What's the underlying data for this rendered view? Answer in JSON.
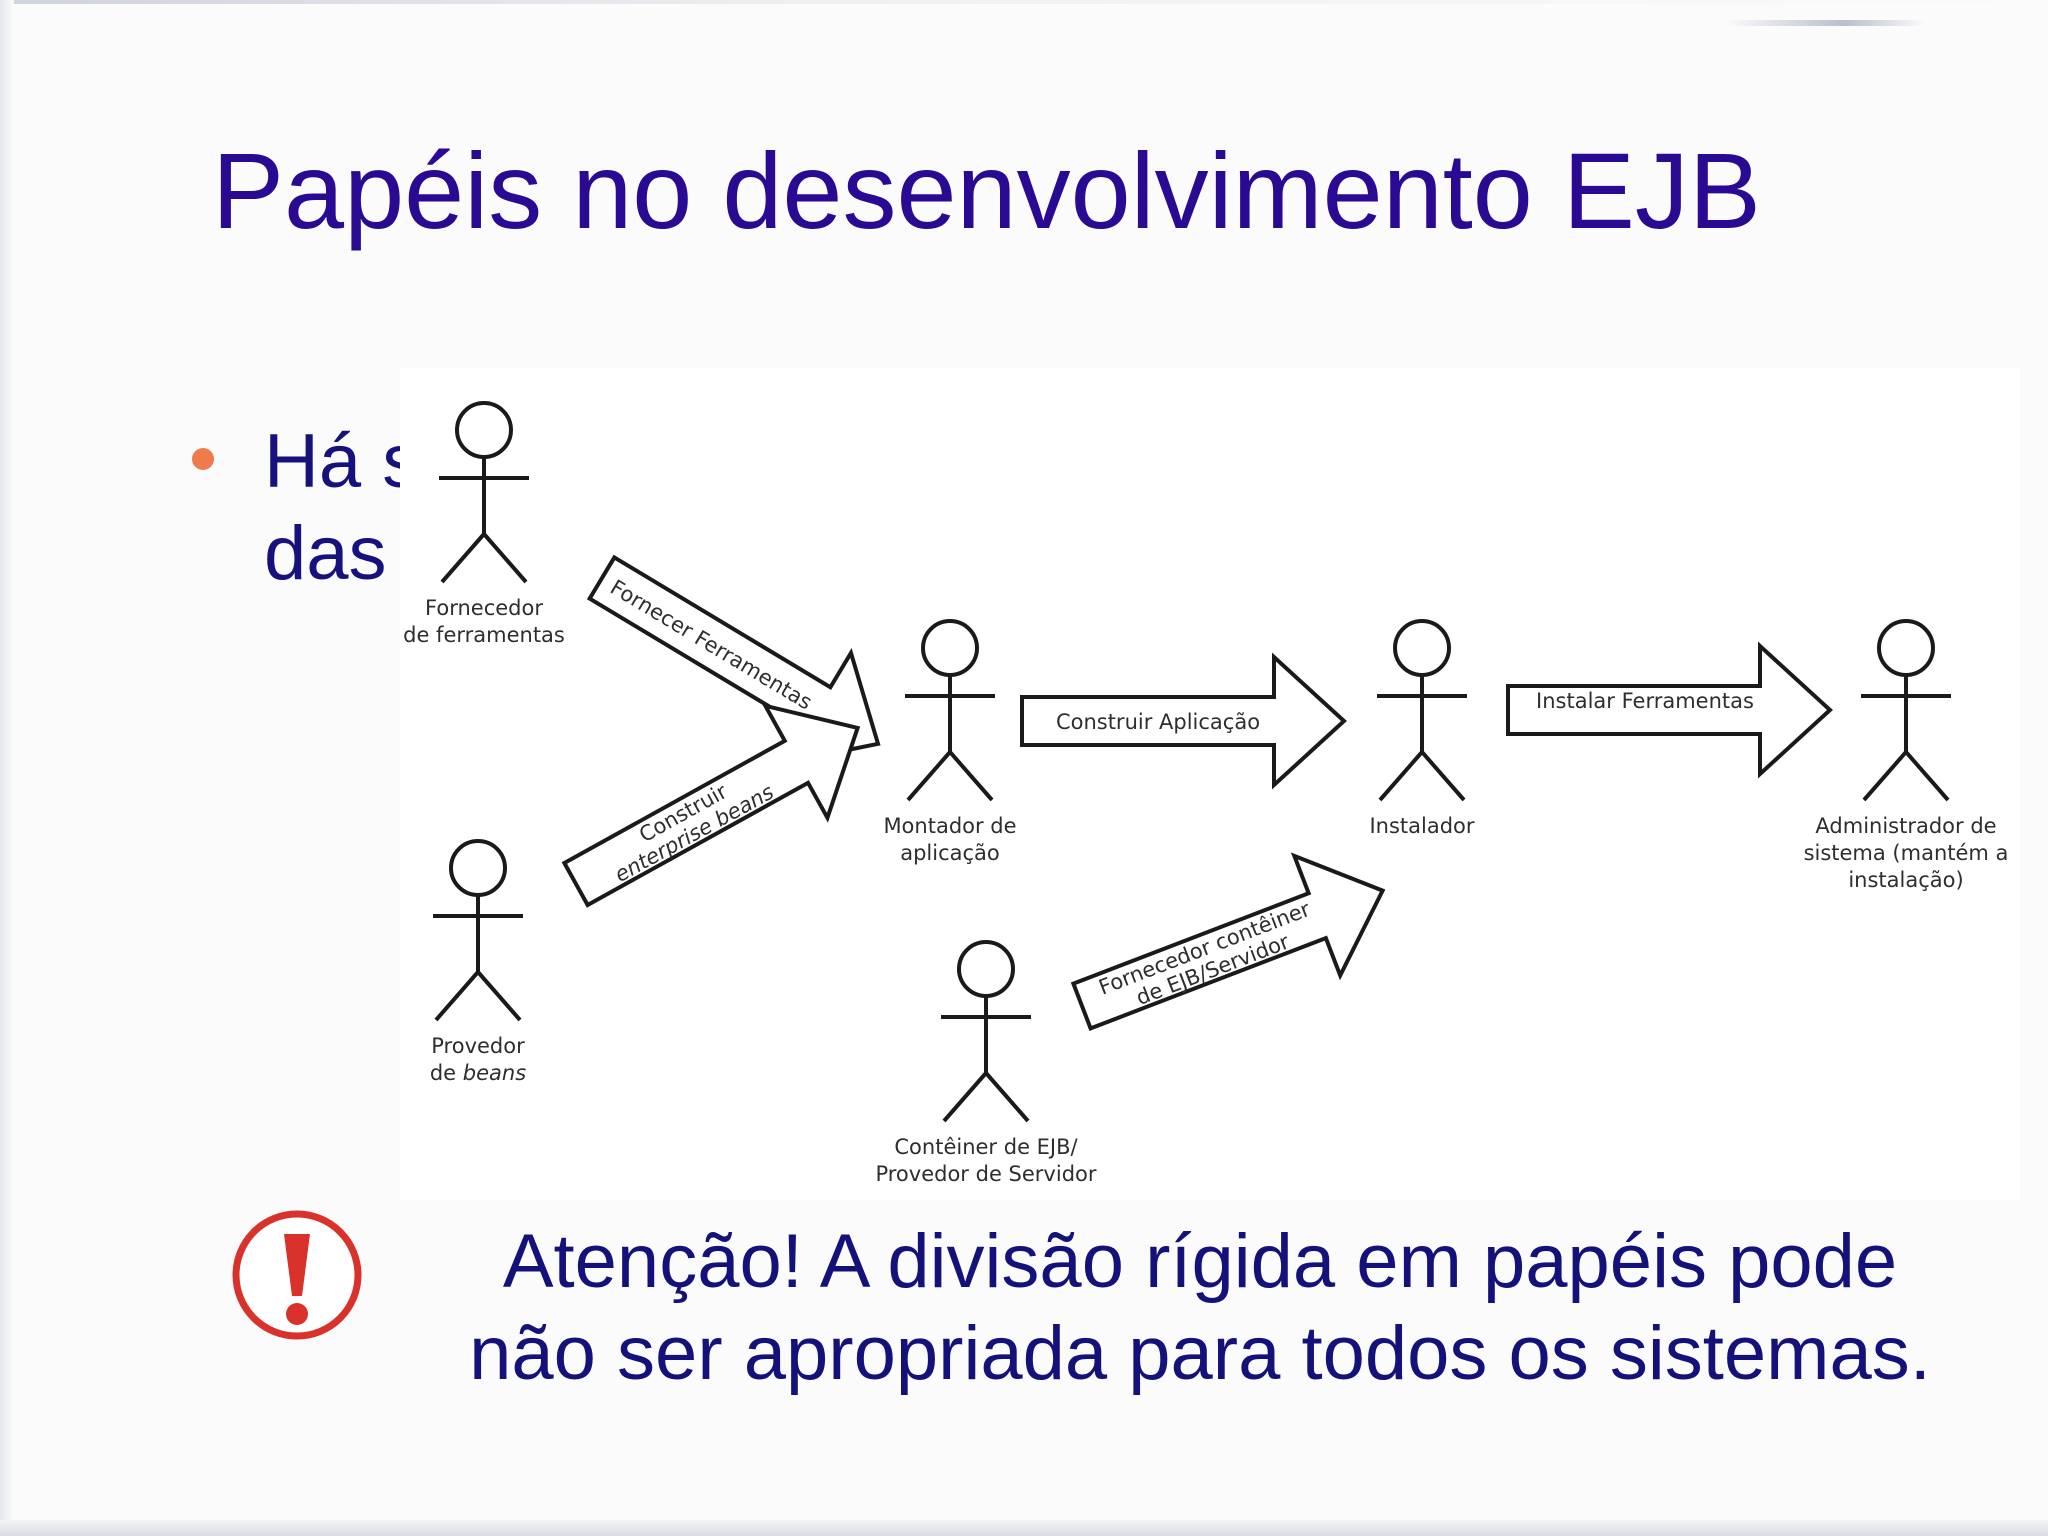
{
  "slide": {
    "title": "Papéis no desenvolvimento EJB",
    "bullet": {
      "line1": "Há s",
      "line2": "das"
    },
    "warning": {
      "line1": "Atenção! A divisão rígida em papéis pode",
      "line2": "não ser apropriada para todos os sistemas."
    },
    "colors": {
      "title": "#2a0a92",
      "body_text": "#14127a",
      "bullet": "#f07a4a",
      "warning_icon": "#d8322a"
    },
    "icons": [
      "exclamation-circle-icon",
      "stick-figure-icon",
      "block-arrow-icon"
    ]
  },
  "diagram": {
    "actors": {
      "fornecedor_ferramentas": {
        "line1": "Fornecedor",
        "line2": "de ferramentas"
      },
      "provedor_beans": {
        "line1": "Provedor",
        "line2_prefix": "de ",
        "line2_italic": "beans"
      },
      "montador": {
        "line1": "Montador de",
        "line2": "aplicação"
      },
      "container": {
        "line1": "Contêiner de EJB/",
        "line2": "Provedor de Servidor"
      },
      "instalador": {
        "line1": "Instalador"
      },
      "administrador": {
        "line1": "Administrador de",
        "line2": "sistema (mantém a",
        "line3": "instalação)"
      }
    },
    "arrows": {
      "fornecer_ferramentas": {
        "label": "Fornecer Ferramentas"
      },
      "construir_beans": {
        "line1": "Construir",
        "line2_prefix": "enterprise ",
        "line2_italic": "beans"
      },
      "construir_aplicacao": {
        "label": "Construir Aplicação"
      },
      "fornecedor_container": {
        "line1": "Fornecedor contêiner",
        "line2": "de EJB/Servidor"
      },
      "instalar_ferramentas": {
        "label": "Instalar Ferramentas"
      }
    }
  }
}
